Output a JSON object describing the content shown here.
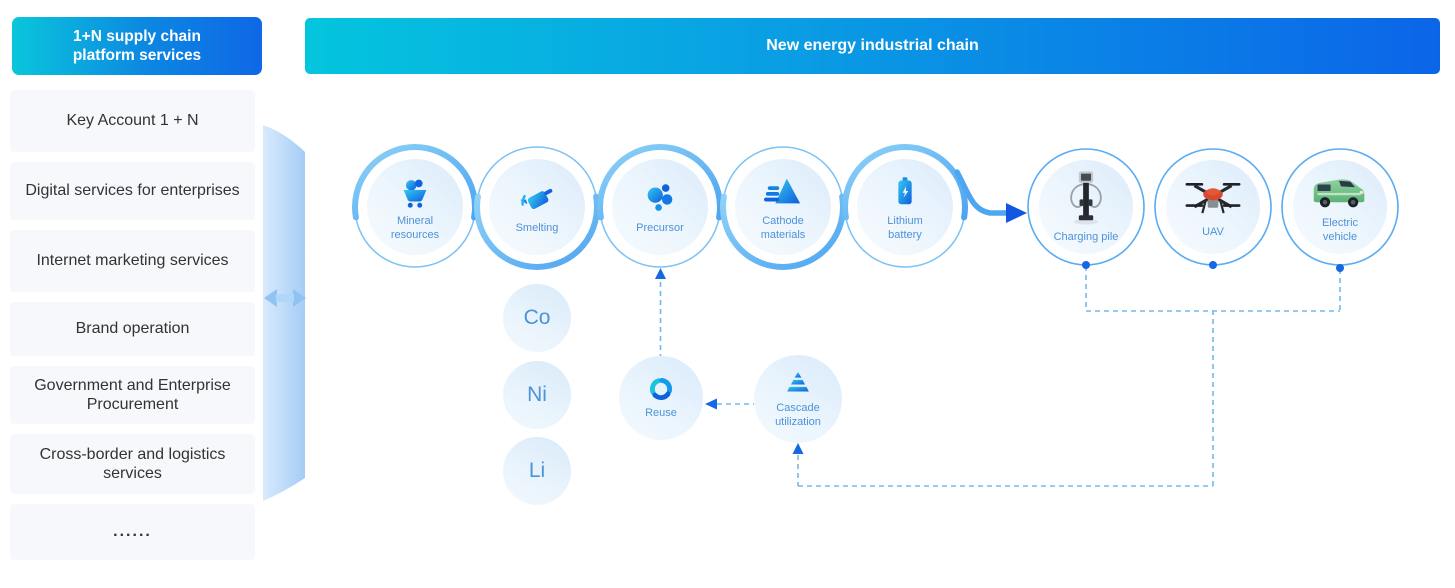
{
  "sidebar": {
    "header": "1+N supply chain platform services",
    "items": [
      {
        "label": "Key Account 1 + N"
      },
      {
        "label": "Digital services for enterprises"
      },
      {
        "label": "Internet marketing services"
      },
      {
        "label": "Brand operation"
      },
      {
        "label": "Government and Enterprise Procurement"
      },
      {
        "label": "Cross-border and logistics services"
      },
      {
        "label": "......"
      }
    ]
  },
  "banner": {
    "title": "New energy industrial chain"
  },
  "chain": {
    "stages": [
      {
        "label": "Mineral resources",
        "icon": "mine-cart-icon"
      },
      {
        "label": "Smelting",
        "icon": "smelting-ladle-icon"
      },
      {
        "label": "Precursor",
        "icon": "particle-cluster-icon"
      },
      {
        "label": "Cathode materials",
        "icon": "cathode-triangle-icon"
      },
      {
        "label": "Lithium battery",
        "icon": "battery-icon"
      }
    ],
    "applications": [
      {
        "label": "Charging pile",
        "icon": "charging-pile-image"
      },
      {
        "label": "UAV",
        "icon": "drone-image"
      },
      {
        "label": "Electric vehicle",
        "icon": "electric-van-image"
      }
    ],
    "materials": [
      {
        "label": "Co"
      },
      {
        "label": "Ni"
      },
      {
        "label": "Li"
      }
    ],
    "recycling": [
      {
        "label": "Reuse",
        "icon": "recycle-icon"
      },
      {
        "label": "Cascade utilization",
        "icon": "cascade-pyramid-icon"
      }
    ]
  },
  "colors": {
    "accent_cyan": "#04C5DE",
    "accent_blue": "#0B65E8",
    "ring_blue": "#5AACF2",
    "arc_blue": "#6CC0F4",
    "label_blue": "#4E92D8",
    "dashed_blue": "#74B9EC",
    "arrow_dark_blue": "#1668E2",
    "icon_gradient_start": "#35C8F2",
    "icon_gradient_end": "#0E5EDC"
  }
}
